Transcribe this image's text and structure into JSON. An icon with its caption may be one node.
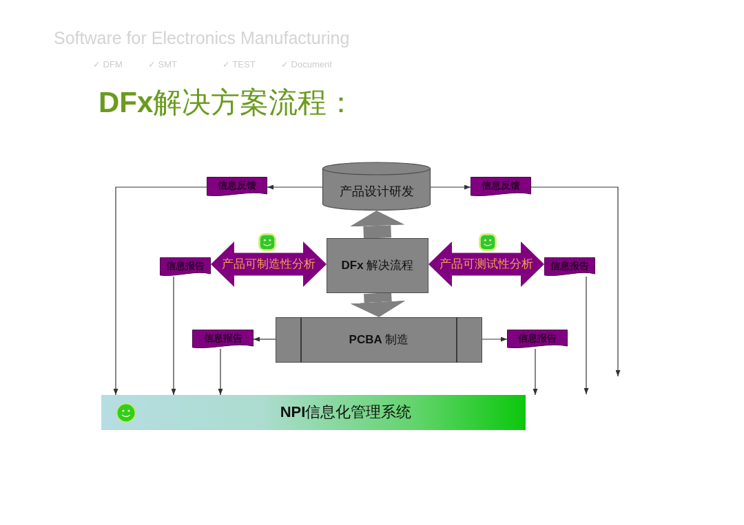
{
  "diagram": {
    "title": "**DFx**解决方案流程：",
    "nodes": [
      {
        "text": [
          "信息反馈"
        ]
      },
      {
        "text": [
          "产品设计研发"
        ]
      },
      {
        "text": [
          "信息反馈"
        ]
      },
      {
        "text": [
          "信息报告"
        ]
      },
      {
        "text": [
          "**DFx** 解决流程"
        ]
      },
      {
        "text": [
          "信息报告"
        ]
      },
      {
        "text": [
          "信息报告"
        ]
      },
      {
        "text": [
          "**PCBA** 制造"
        ]
      },
      {
        "text": [
          "信息报告"
        ]
      },
      {
        "text": [
          "**NPI**信息化管理系统"
        ]
      }
    ],
    "edges": [
      {
        "from": 1,
        "to": 0,
        "arrow": "to"
      },
      {
        "from": 0,
        "to": 9,
        "arrow": "to"
      },
      {
        "from": 1,
        "to": 2,
        "arrow": "to"
      },
      {
        "from": 2,
        "to": null,
        "arrow": "to"
      },
      {
        "from": 4,
        "to": 1,
        "arrow": "to",
        "style": "thick",
        "color": "#808080"
      },
      {
        "from": 4,
        "to": 3,
        "arrow": "both",
        "label": "产品可制造性分析",
        "style": "thick",
        "color": "#800080"
      },
      {
        "from": 4,
        "to": 5,
        "arrow": "both",
        "label": "产品可测试性分析",
        "style": "thick",
        "color": "#800080"
      },
      {
        "from": 3,
        "to": 9,
        "arrow": "to"
      },
      {
        "from": 5,
        "to": null,
        "arrow": "to"
      },
      {
        "from": 4,
        "to": 7,
        "arrow": "to",
        "style": "thick",
        "color": "#808080"
      },
      {
        "from": 7,
        "to": 6,
        "arrow": "to"
      },
      {
        "from": 6,
        "to": 9,
        "arrow": "to"
      },
      {
        "from": 7,
        "to": 8,
        "arrow": "to"
      },
      {
        "from": 8,
        "to": 9,
        "arrow": "to"
      }
    ],
    "labels": [
      "Software for Electronics Manufacturing",
      "✓ DFM",
      "✓ SMT",
      "✓ TEST",
      "✓ Document"
    ]
  }
}
